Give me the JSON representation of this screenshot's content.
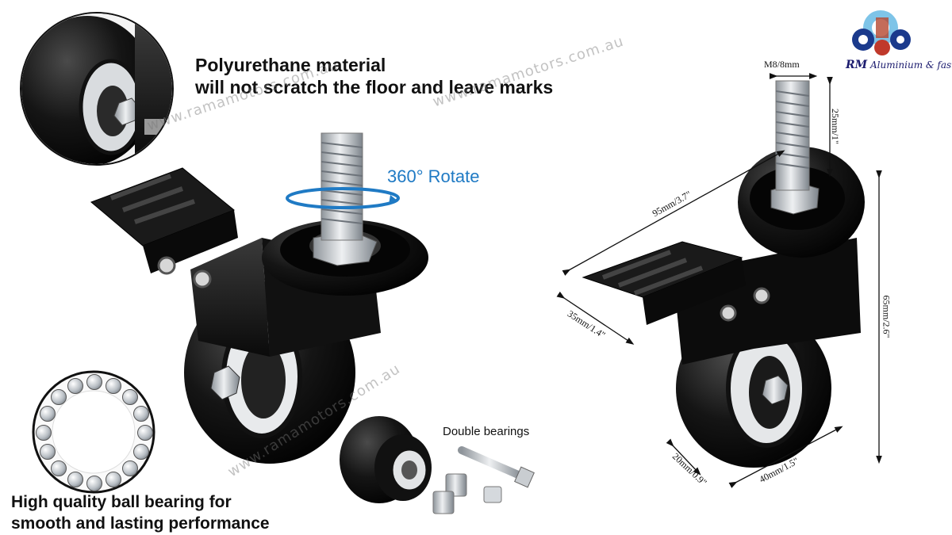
{
  "features": {
    "polyurethane_line1": "Polyurethane material",
    "polyurethane_line2": "will not scratch the floor and leave marks",
    "rotate_label": "360° Rotate",
    "double_bearings": "Double bearings",
    "ball_bearing_line1": "High quality ball bearing for",
    "ball_bearing_line2": "smooth and lasting performance"
  },
  "dimensions": {
    "thread": "M8/8mm",
    "thread_length": "25mm/1\"",
    "length": "95mm/3.7\"",
    "plate_width": "35mm/1.4\"",
    "height": "65mm/2.6\"",
    "wheel_width": "20mm/0.9\"",
    "wheel_diameter": "40mm/1.5\""
  },
  "watermark": "www.ramamotors.com.au",
  "logo": {
    "brand": "RM",
    "tagline": "Aluminium & fasteners"
  },
  "colors": {
    "accent_blue": "#1f7ac4",
    "caster_black": "#0d0d0d",
    "metal": "#c8ccd0",
    "logo_blue": "#1b1b6e"
  }
}
